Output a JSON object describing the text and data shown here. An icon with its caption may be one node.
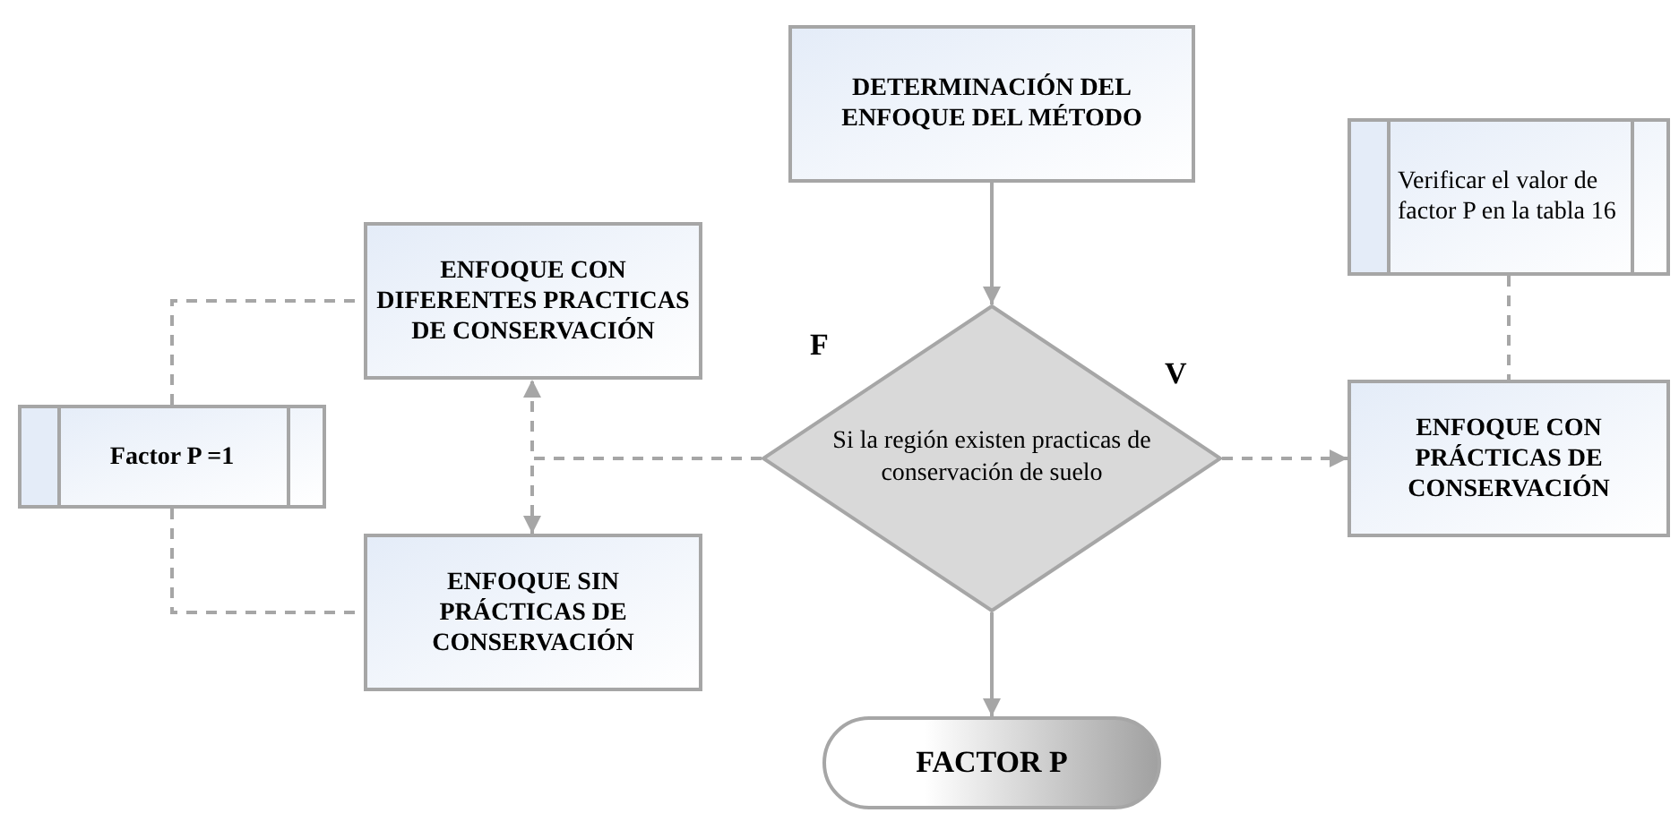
{
  "diagram": {
    "nodes": [
      {
        "text": [
          "DETERMINACIÓN DEL ENFOQUE DEL MÉTODO"
        ]
      },
      {
        "text": [
          "Verificar el valor de factor P en la tabla 16"
        ]
      },
      {
        "text": [
          "ENFOQUE CON DIFERENTES PRACTICAS DE CONSERVACIÓN"
        ]
      },
      {
        "text": [
          "Si la región existen practicas de conservación de suelo"
        ]
      },
      {
        "text": [
          "Factor P =1"
        ]
      },
      {
        "text": [
          "ENFOQUE CON PRÁCTICAS DE CONSERVACIÓN"
        ]
      },
      {
        "text": [
          "ENFOQUE SIN PRÁCTICAS DE CONSERVACIÓN"
        ]
      },
      {
        "text": [
          "FACTOR P"
        ]
      }
    ],
    "edges": [
      {
        "from": 0,
        "to": 3,
        "arrow": "to"
      },
      {
        "from": 3,
        "to": 2,
        "arrow": "to",
        "style": "dashed"
      },
      {
        "from": 3,
        "to": 6,
        "arrow": "to",
        "style": "dashed"
      },
      {
        "from": 3,
        "to": 5,
        "arrow": "to",
        "style": "dashed"
      },
      {
        "from": 3,
        "to": 7,
        "arrow": "to"
      },
      {
        "from": 4,
        "to": 2,
        "arrow": "none",
        "style": "dashed"
      },
      {
        "from": 4,
        "to": 6,
        "arrow": "none",
        "style": "dashed"
      },
      {
        "from": 1,
        "to": 5,
        "arrow": "none",
        "style": "dashed"
      }
    ],
    "labels": [
      "F",
      "V"
    ]
  }
}
